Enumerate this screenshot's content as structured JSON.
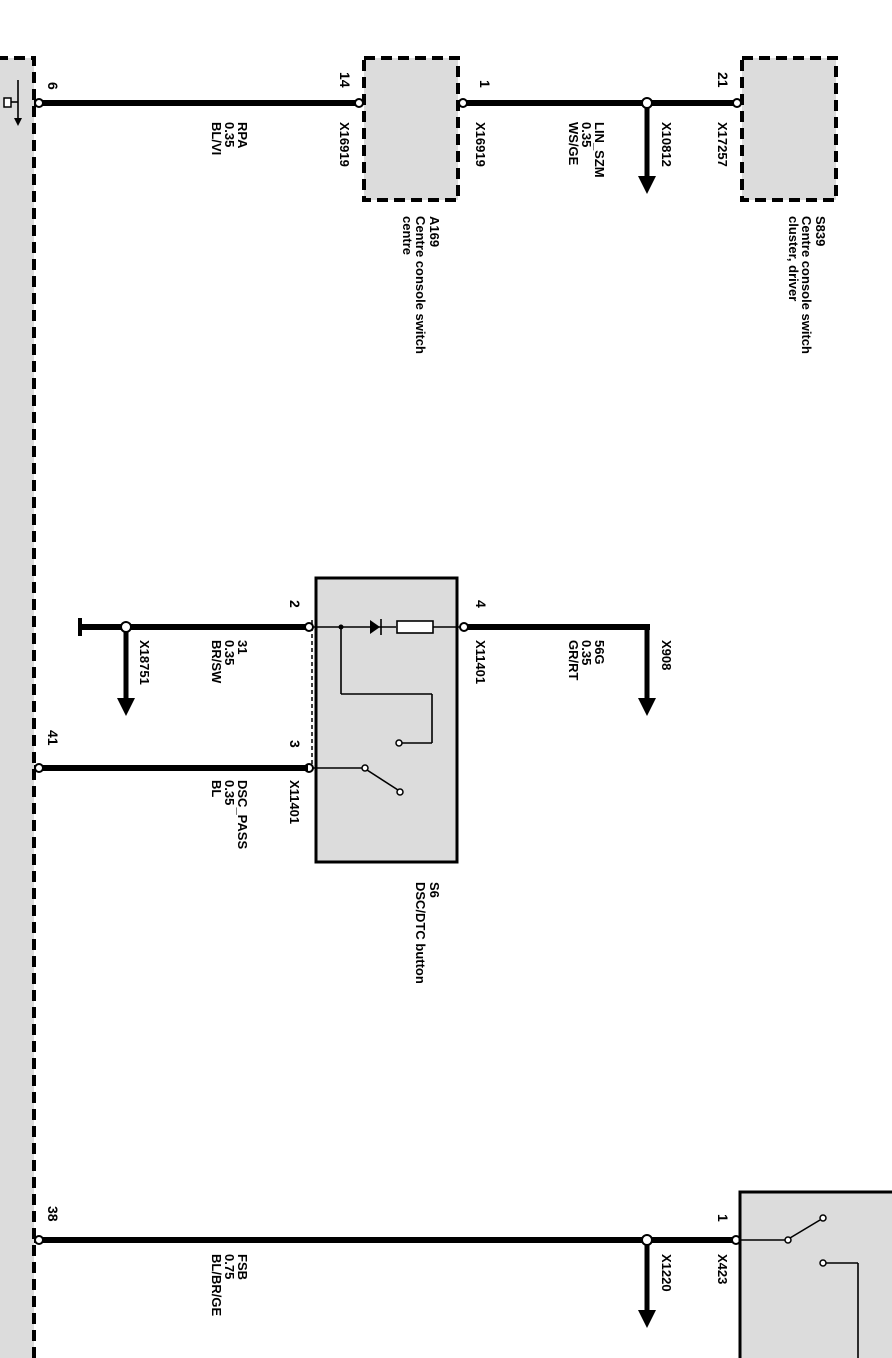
{
  "components": {
    "a169": {
      "id": "A169",
      "name": "Centre console switch centre"
    },
    "s839": {
      "id": "S839",
      "name_line1": "Centre console switch",
      "name_line2": "cluster, driver"
    },
    "s6": {
      "id": "S6",
      "name": "DSC/DTC button"
    }
  },
  "connectors": {
    "x16919_left": "X16919",
    "x16919_right": "X16919",
    "x10812": "X10812",
    "x17257": "X17257",
    "x908": "X908",
    "x11401_pin4": "X11401",
    "x11401_pin3": "X11401",
    "x18751": "X18751",
    "x1220": "X1220",
    "x423": "X423"
  },
  "pins": {
    "ctrl_6": "6",
    "a169_14": "14",
    "a169_1": "1",
    "s839_21": "21",
    "s6_2": "2",
    "s6_4": "4",
    "s6_3": "3",
    "ctrl_41": "41",
    "ctrl_38": "38",
    "x423_1": "1"
  },
  "wires": [
    {
      "signal": "RPA",
      "gauge": "0.35",
      "color": "BL/VI"
    },
    {
      "signal": "LIN_SZM",
      "gauge": "0.35",
      "color": "WS/GE"
    },
    {
      "signal": "56G",
      "gauge": "0.35",
      "color": "GR/RT"
    },
    {
      "signal": "31",
      "gauge": "0.35",
      "color": "BR/SW"
    },
    {
      "signal": "DSC_PASS",
      "gauge": "0.35",
      "color": "BL"
    },
    {
      "signal": "FSB",
      "gauge": "0.75",
      "color": "BL/BR/GE"
    }
  ]
}
